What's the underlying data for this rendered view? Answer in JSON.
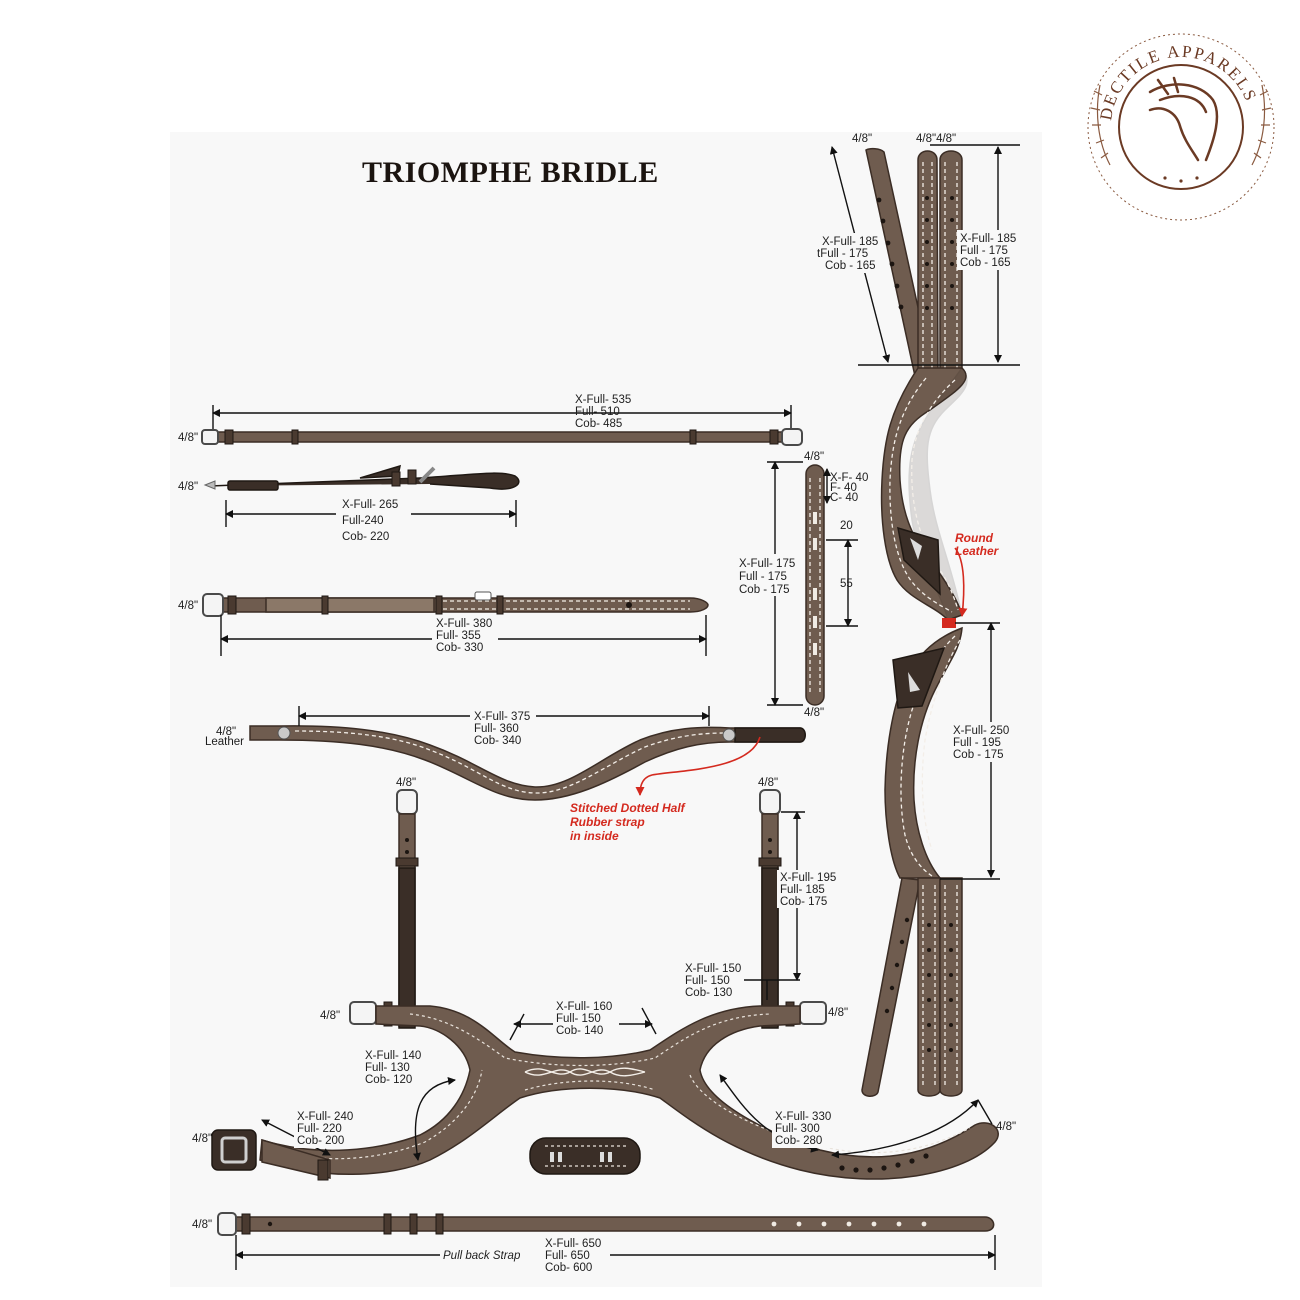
{
  "title": "TRIOMPHE BRIDLE",
  "logo": {
    "text": "DECTILE APPARELS",
    "color": "#6b3a24"
  },
  "colors": {
    "leather": "#6f5c4f",
    "leather_dark": "#3a2e27",
    "annotation": "#d42a1f"
  },
  "headpiece": {
    "left_width": "4/8\"",
    "right_width": "4/8\"4/8\"",
    "left_lines": [
      "X-Full- 185",
      "tFull  -  175",
      "Cob  -  165"
    ],
    "right_lines": [
      "X-Full- 185",
      "Full  -  175",
      "Cob  -  165"
    ],
    "round_leather_lines": [
      "Round",
      "Leather"
    ],
    "lower_lines": [
      "X-Full- 250",
      "Full - 195",
      "Cob - 175"
    ]
  },
  "strap1": {
    "width": "4/8\"",
    "lines": [
      "X-Full- 535",
      "Full-  510",
      "Cob-  485"
    ]
  },
  "strap2": {
    "width": "4/8\"",
    "lines": [
      "X-Full- 265",
      "Full-240",
      "Cob- 220"
    ]
  },
  "strap3": {
    "width": "4/8\"",
    "lines": [
      "X-Full- 380",
      "Full-  355",
      "Cob-  330"
    ]
  },
  "vstrap": {
    "top_width": "4/8\"",
    "bottom_width": "4/8\"",
    "end_lines": [
      "X-F- 40",
      "F-  40",
      "C-  40"
    ],
    "gap": "20",
    "slot": "55",
    "lines": [
      "X-Full- 175",
      "Full  -  175",
      "Cob  -  175"
    ]
  },
  "browband": {
    "width_lines": [
      "4/8\"",
      "Leather"
    ],
    "lines": [
      "X-Full- 375",
      "Full-  360",
      "Cob-  340"
    ],
    "note_lines": [
      "Stitched Dotted Half",
      "Rubber strap",
      "in inside"
    ]
  },
  "noseband": {
    "left_top_width": "4/8\"",
    "right_top_width": "4/8\"",
    "left_side_width": "4/8\"",
    "right_side_width": "4/8\"",
    "left_end_width": "4/8\"",
    "right_end_width": "4/8\"",
    "right_upright_lines": [
      "X-Full- 195",
      "Full-  185",
      "Cob-  175"
    ],
    "right_side_lines": [
      "X-Full- 150",
      "Full-  150",
      "Cob-  130"
    ],
    "center_lines": [
      "X-Full- 160",
      "Full-  150",
      "Cob-  140"
    ],
    "left_side_lines": [
      "X-Full- 140",
      "Full-  130",
      "Cob-  120"
    ],
    "left_lower_lines": [
      "X-Full- 240",
      "Full-  220",
      "Cob-  200"
    ],
    "right_lower_lines": [
      "X-Full- 330",
      "Full-  300",
      "Cob-  280"
    ]
  },
  "pullback": {
    "width": "4/8\"",
    "label": "Pull back Strap",
    "lines": [
      "X-Full- 650",
      "Full-  650",
      "Cob-  600"
    ]
  }
}
